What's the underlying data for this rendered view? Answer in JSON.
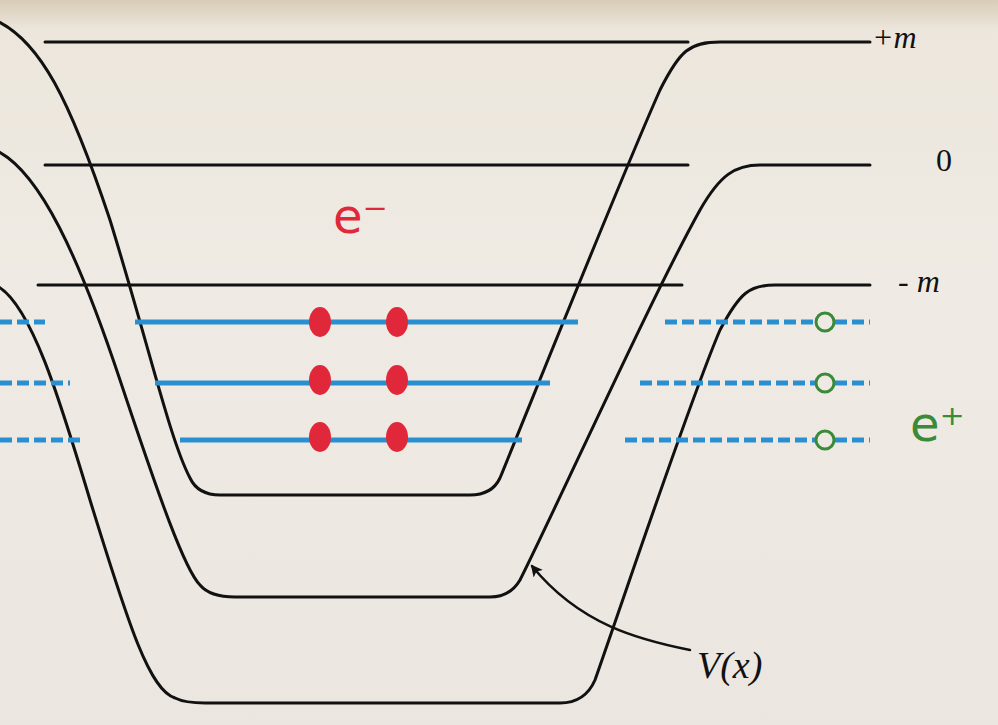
{
  "diagram": {
    "labels": [
      "+m",
      "0",
      "- m",
      "e⁻",
      "e⁺",
      "V(x)"
    ]
  }
}
